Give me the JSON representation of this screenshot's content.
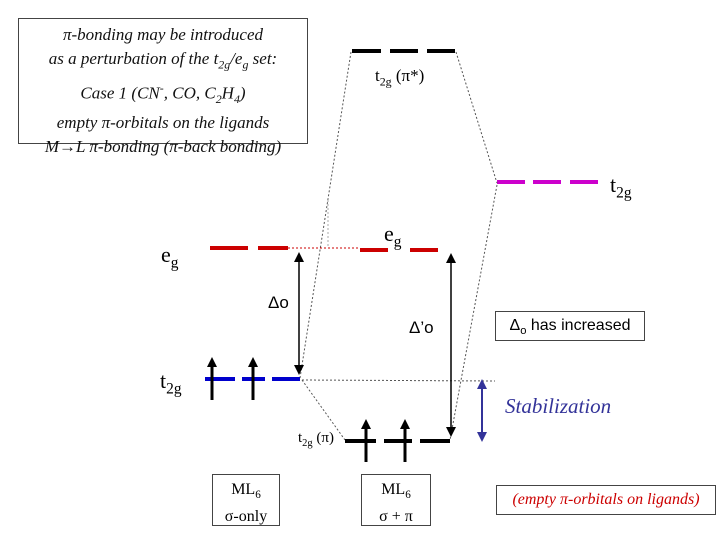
{
  "intro": {
    "line1": "π-bonding may be introduced",
    "line2_pre": "as a perturbation of the t",
    "line2_sub1": "2g",
    "line2_mid": "/e",
    "line2_sub2": "g",
    "line2_post": " set:",
    "line3_pre": "Case 1 (CN",
    "line3_sup": "-",
    "line3_mid": ", CO, C",
    "line3_sub1": "2",
    "line3_mid2": "H",
    "line3_sub2": "4",
    "line3_post": ")",
    "line4": "empty π-orbitals on the ligands",
    "line5": "M→L π-bonding (π-back bonding)"
  },
  "labels": {
    "t2g_pistar_main": "t",
    "t2g_pistar_sub": "2g",
    "t2g_pistar_tail": " (π*)",
    "t2g_right_main": "t",
    "t2g_right_sub": "2g",
    "eg_left_main": "e",
    "eg_left_sub": "g",
    "eg_mid_main": "e",
    "eg_mid_sub": "g",
    "delta_o": "Δo",
    "delta_o_prime": "Δ’o",
    "t2g_left_main": "t",
    "t2g_left_sub": "2g",
    "t2g_pi_main": "t",
    "t2g_pi_sub": "2g",
    "t2g_pi_tail": " (π)",
    "delta_increased_sym": "Δ",
    "delta_increased_sub": "o",
    "delta_increased_text": " has increased",
    "stabilization": "Stabilization",
    "empty_pi_note": "(empty π-orbitals on ligands)"
  },
  "boxes": {
    "ml6_sigma_main": "ML",
    "ml6_sigma_sub": "6",
    "ml6_sigma_line2": "σ-only",
    "ml6_pi_main": "ML",
    "ml6_pi_sub": "6",
    "ml6_pi_line2": "σ + π"
  },
  "colors": {
    "eg_levels": "#cc0000",
    "t2g_levels": "#0000cc",
    "ligand_t2g": "#cc00cc",
    "black_levels": "#000000",
    "stabilization": "#333399",
    "note_text": "#cc0000"
  }
}
